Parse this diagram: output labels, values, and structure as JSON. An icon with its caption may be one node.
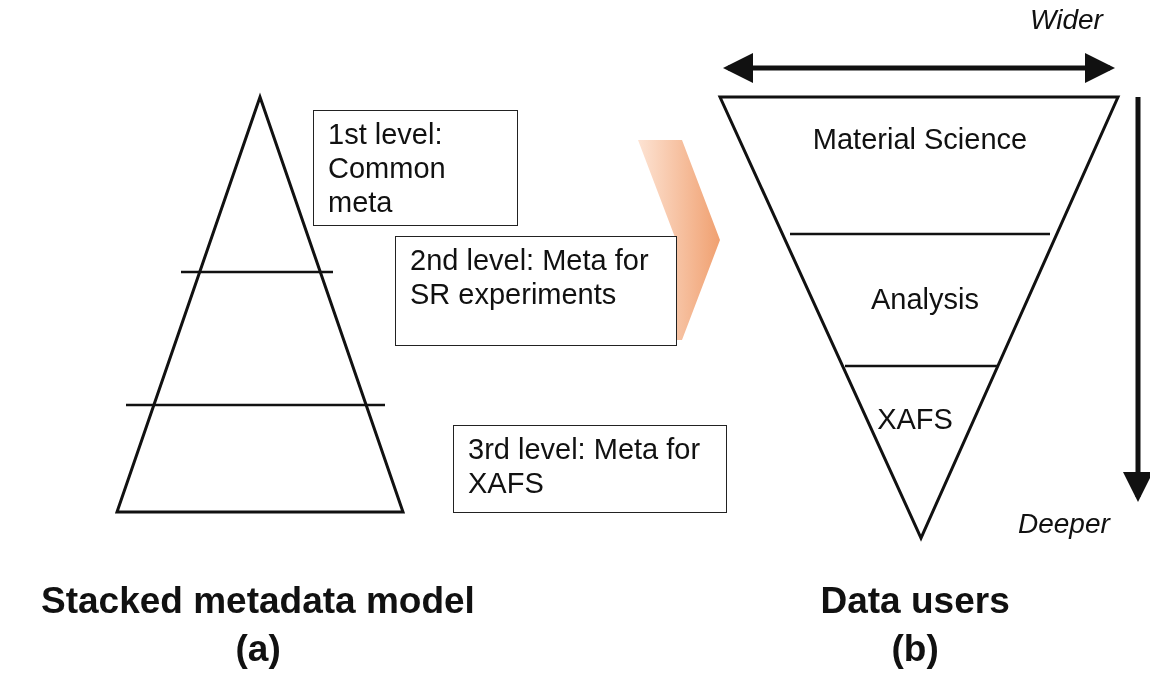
{
  "diagram": {
    "nodes": [
      {
        "text": [],
        "shape": "triangle"
      },
      {
        "text": [
          "1st level: Common meta"
        ]
      },
      {
        "text": [
          "2nd level: Meta for SR experiments"
        ]
      },
      {
        "text": [
          "3rd level: Meta for XAFS"
        ]
      },
      {
        "text": [],
        "shape": "triangle"
      },
      {
        "text": [
          "Material Science"
        ],
        "in": 4
      },
      {
        "text": [
          "Analysis"
        ],
        "in": 4
      },
      {
        "text": [
          "XAFS"
        ],
        "in": 4
      }
    ],
    "edges": [
      {
        "from": null,
        "to": 4,
        "arrow": "to",
        "style": "thick",
        "color": "#f0a070"
      }
    ],
    "labels": [
      "Wider",
      "Deeper",
      "Stacked metadata model",
      "(a)",
      "Data users",
      "(b)"
    ]
  }
}
